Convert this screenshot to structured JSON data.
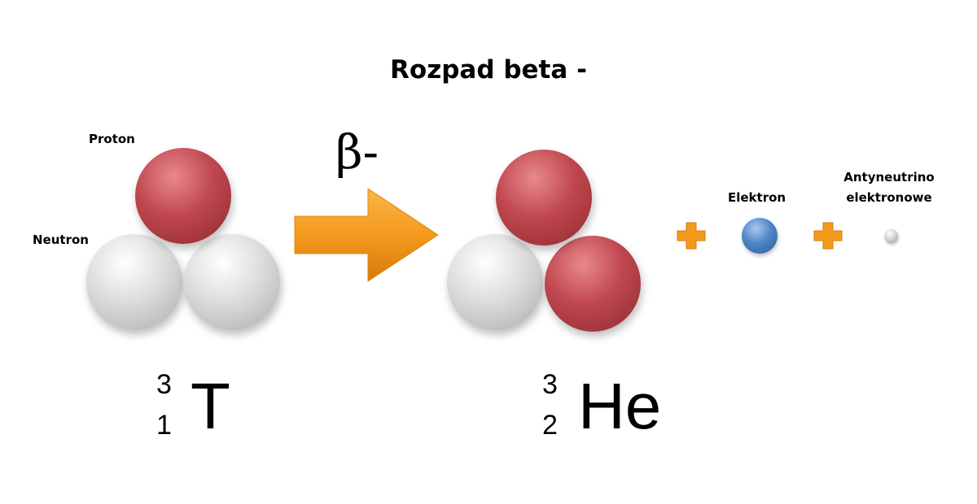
{
  "title": "Rozpad beta -",
  "labels": {
    "proton": "Proton",
    "neutron": "Neutron",
    "electron": "Elektron",
    "antineutrino_line1": "Antyneutrino",
    "antineutrino_line2": "elektronowe"
  },
  "reaction": {
    "symbol": "β-",
    "plus_sign": "+"
  },
  "parent": {
    "mass_number": "3",
    "atomic_number": "1",
    "symbol": "T"
  },
  "daughter": {
    "mass_number": "3",
    "atomic_number": "2",
    "symbol": "He"
  },
  "colors": {
    "proton": "#c0474f",
    "neutron": "#d6d6d6",
    "electron": "#4f85c7",
    "arrow": "#f39a1e",
    "plus": "#f39a1e"
  }
}
